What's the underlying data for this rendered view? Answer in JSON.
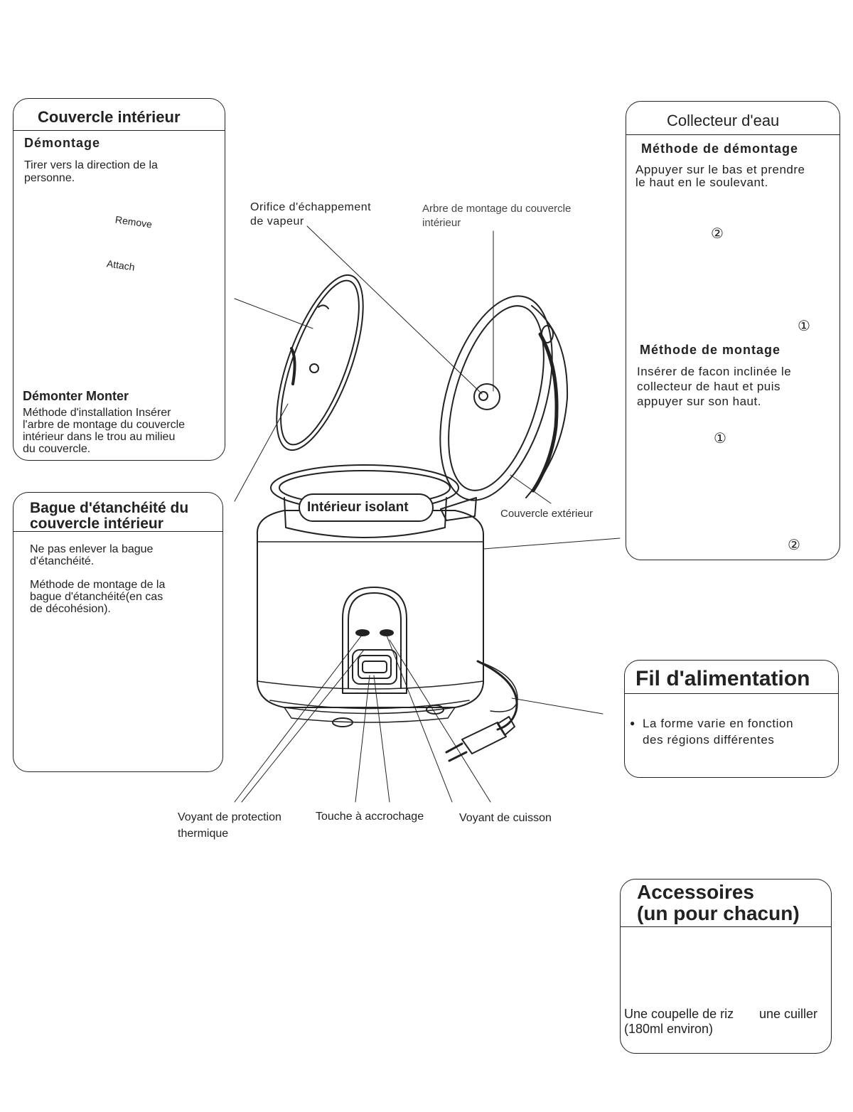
{
  "inner_lid": {
    "title": "Couvercle intérieur",
    "removal_heading": "Démontage",
    "removal_text_1": "Tirer vers la direction de la",
    "removal_text_2": "personne.",
    "remove_arrow": "Remove",
    "attach_arrow": "Attach",
    "mount_heading": "Démonter Monter",
    "mount_text_1": "Méthode d'installation Insérer",
    "mount_text_2": "l'arbre de montage du couvercle",
    "mount_text_3": "intérieur dans le trou au milieu",
    "mount_text_4": "du couvercle."
  },
  "seal_ring": {
    "title_1": "Bague d'étanchéité du",
    "title_2": "couvercle intérieur",
    "text_1": "Ne pas enlever la bague",
    "text_2": "d'étanchéité.",
    "text_3": "Méthode de montage de la",
    "text_4": "bague d'étanchéité(en cas",
    "text_5": "de décohésion)."
  },
  "water_collector": {
    "title": "Collecteur d'eau",
    "removal_heading": "Méthode de démontage",
    "removal_text_1": "Appuyer sur le bas et prendre",
    "removal_text_2": "le haut en le soulevant.",
    "mount_heading": "Méthode de montage",
    "mount_text_1": "Insérer de facon inclinée le",
    "mount_text_2": "collecteur de haut et puis",
    "mount_text_3": "appuyer sur son haut.",
    "step_1": "①",
    "step_2": "②"
  },
  "power_cord": {
    "title": "Fil d'alimentation",
    "bullet": "●",
    "text_1": "La forme varie en fonction",
    "text_2": "des régions différentes"
  },
  "accessories": {
    "title_1": "Accessoires",
    "title_2": "(un pour chacun)",
    "cup_1": "Une coupelle de riz",
    "cup_2": "(180ml environ)",
    "spoon": "une cuiller"
  },
  "callouts": {
    "steam_vent_1": "Orifice d'échappement",
    "steam_vent_2": "de vapeur",
    "shaft_1": "Arbre de montage du couvercle",
    "shaft_2": "intérieur",
    "outer_lid": "Couvercle extérieur",
    "insulated": "Intérieur isolant",
    "thermal_1": "Voyant de protection",
    "thermal_2": "thermique",
    "hook": "Touche à accrochage",
    "cooking": "Voyant de cuisson"
  }
}
